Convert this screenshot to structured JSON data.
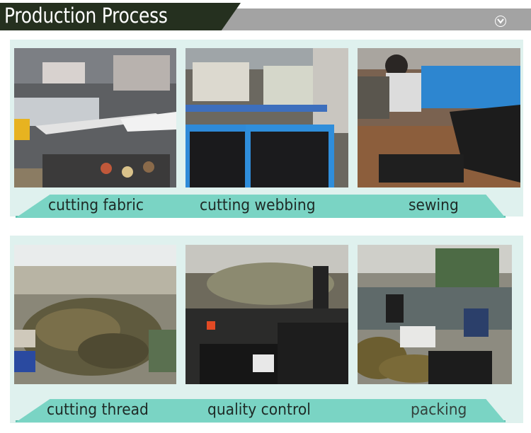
{
  "header": {
    "title": "Production Process",
    "icon": "chevron-down-circle-icon",
    "title_bg": "#25301f",
    "bar_bg": "#a3a3a3"
  },
  "accent": {
    "banner": "#7ad4c4",
    "panel": "#dff1ee"
  },
  "steps_row1": [
    {
      "label": "cutting fabric",
      "photo": "fabric cutting tables with fabric rolls"
    },
    {
      "label": "cutting webbing",
      "photo": "webbing cutting machines with blue bins of black webbing"
    },
    {
      "label": "sewing",
      "photo": "worker at sewing machine with black parts"
    }
  ],
  "steps_row2": [
    {
      "label": "cutting thread",
      "photo": "workers trimming threads on camouflage bags"
    },
    {
      "label": "quality control",
      "photo": "inspection of black bags"
    },
    {
      "label": "packing",
      "photo": "workers packing bags, green cartons stacked"
    }
  ]
}
